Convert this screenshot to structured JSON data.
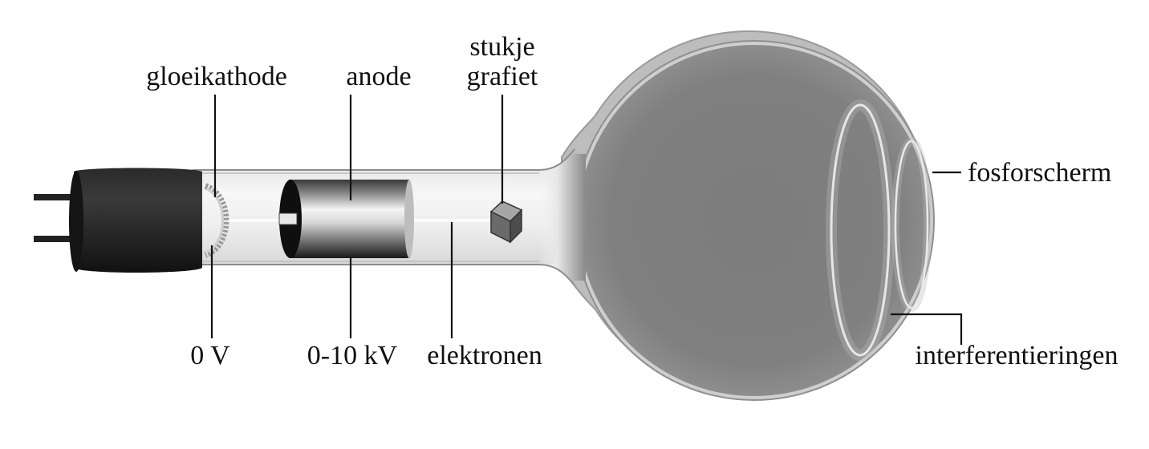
{
  "labels": {
    "cathode": "gloeikathode",
    "anode": "anode",
    "graphite_line1": "stukje",
    "graphite_line2": "grafiet",
    "screen": "fosforscherm",
    "rings": "interferentieringen",
    "voltage_cathode": "0 V",
    "voltage_anode": "0-10 kV",
    "electrons": "elektronen"
  },
  "colors": {
    "bulb_fill": "#7f7f7f",
    "glass_rim": "#cfcfcf",
    "socket": "#1e1e1e",
    "graphite": "#6a6a6a",
    "label_text": "#111111"
  }
}
